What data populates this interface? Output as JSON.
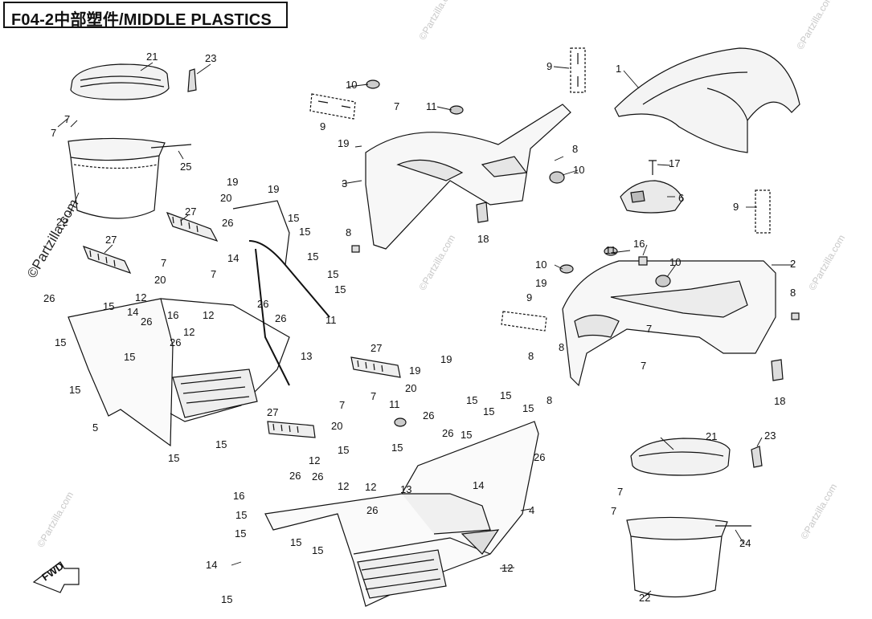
{
  "title": "F04-2中部塑件/MIDDLE PLASTICS",
  "watermark_small": "©Partzilla.com",
  "watermark_big": "©Partzilla.com",
  "fwd_label": "FWD",
  "callouts": {
    "c21a": "21",
    "c23a": "23",
    "c7a": "7",
    "c7b": "7",
    "c25": "25",
    "c22a": "22",
    "c27a": "27",
    "c27b": "27",
    "c19a": "19",
    "c19b": "19",
    "c20a": "20",
    "c26a": "26",
    "c15a": "15",
    "c15b": "15",
    "c14a": "14",
    "c15c": "15",
    "c7c": "7",
    "c7d": "7",
    "c20b": "20",
    "c15d": "15",
    "c26b": "26",
    "c15e": "15",
    "c12a": "12",
    "c14b": "14",
    "c26c": "26",
    "c16a": "16",
    "c12b": "12",
    "c11a": "11",
    "c26d": "26",
    "c12c": "12",
    "c15f": "15",
    "c15g": "15",
    "c26e": "26",
    "c13a": "13",
    "c15h": "15",
    "c5": "5",
    "c15i": "15",
    "c15j": "15",
    "c10a": "10",
    "c9a": "9",
    "c7e": "7",
    "c11b": "11",
    "c19c": "19",
    "c3": "3",
    "c8a": "8",
    "c10b": "10",
    "c18a": "18",
    "c8b": "8",
    "c9b": "9",
    "c1": "1",
    "c17": "17",
    "c6": "6",
    "c9c": "9",
    "c11c": "11",
    "c16b": "16",
    "c2": "2",
    "c10c": "10",
    "c10d": "10",
    "c19d": "19",
    "c9d": "9",
    "c7f": "7",
    "c8c": "8",
    "c8d": "8",
    "c7g": "7",
    "c8e": "8",
    "c18b": "18",
    "c8f": "8",
    "c27c": "27",
    "c19e": "19",
    "c19f": "19",
    "c20c": "20",
    "c15k": "15",
    "c15l": "15",
    "c7h": "7",
    "c7i": "7",
    "c11d": "11",
    "c26f": "26",
    "c15m": "15",
    "c15n": "15",
    "c27d": "27",
    "c20d": "20",
    "c26g": "26",
    "c15o": "15",
    "c15p": "15",
    "c12d": "12",
    "c15q": "15",
    "c26h": "26",
    "c13b": "13",
    "c14c": "14",
    "c26i": "26",
    "c16c": "16",
    "c26j": "26",
    "c12e": "12",
    "c12f": "12",
    "c4": "4",
    "c15r": "15",
    "c26k": "26",
    "c15s": "15",
    "c15t": "15",
    "c14d": "14",
    "c12g": "12",
    "c15u": "15",
    "c21b": "21",
    "c23b": "23",
    "c7j": "7",
    "c7k": "7",
    "c24": "24",
    "c22b": "22"
  }
}
